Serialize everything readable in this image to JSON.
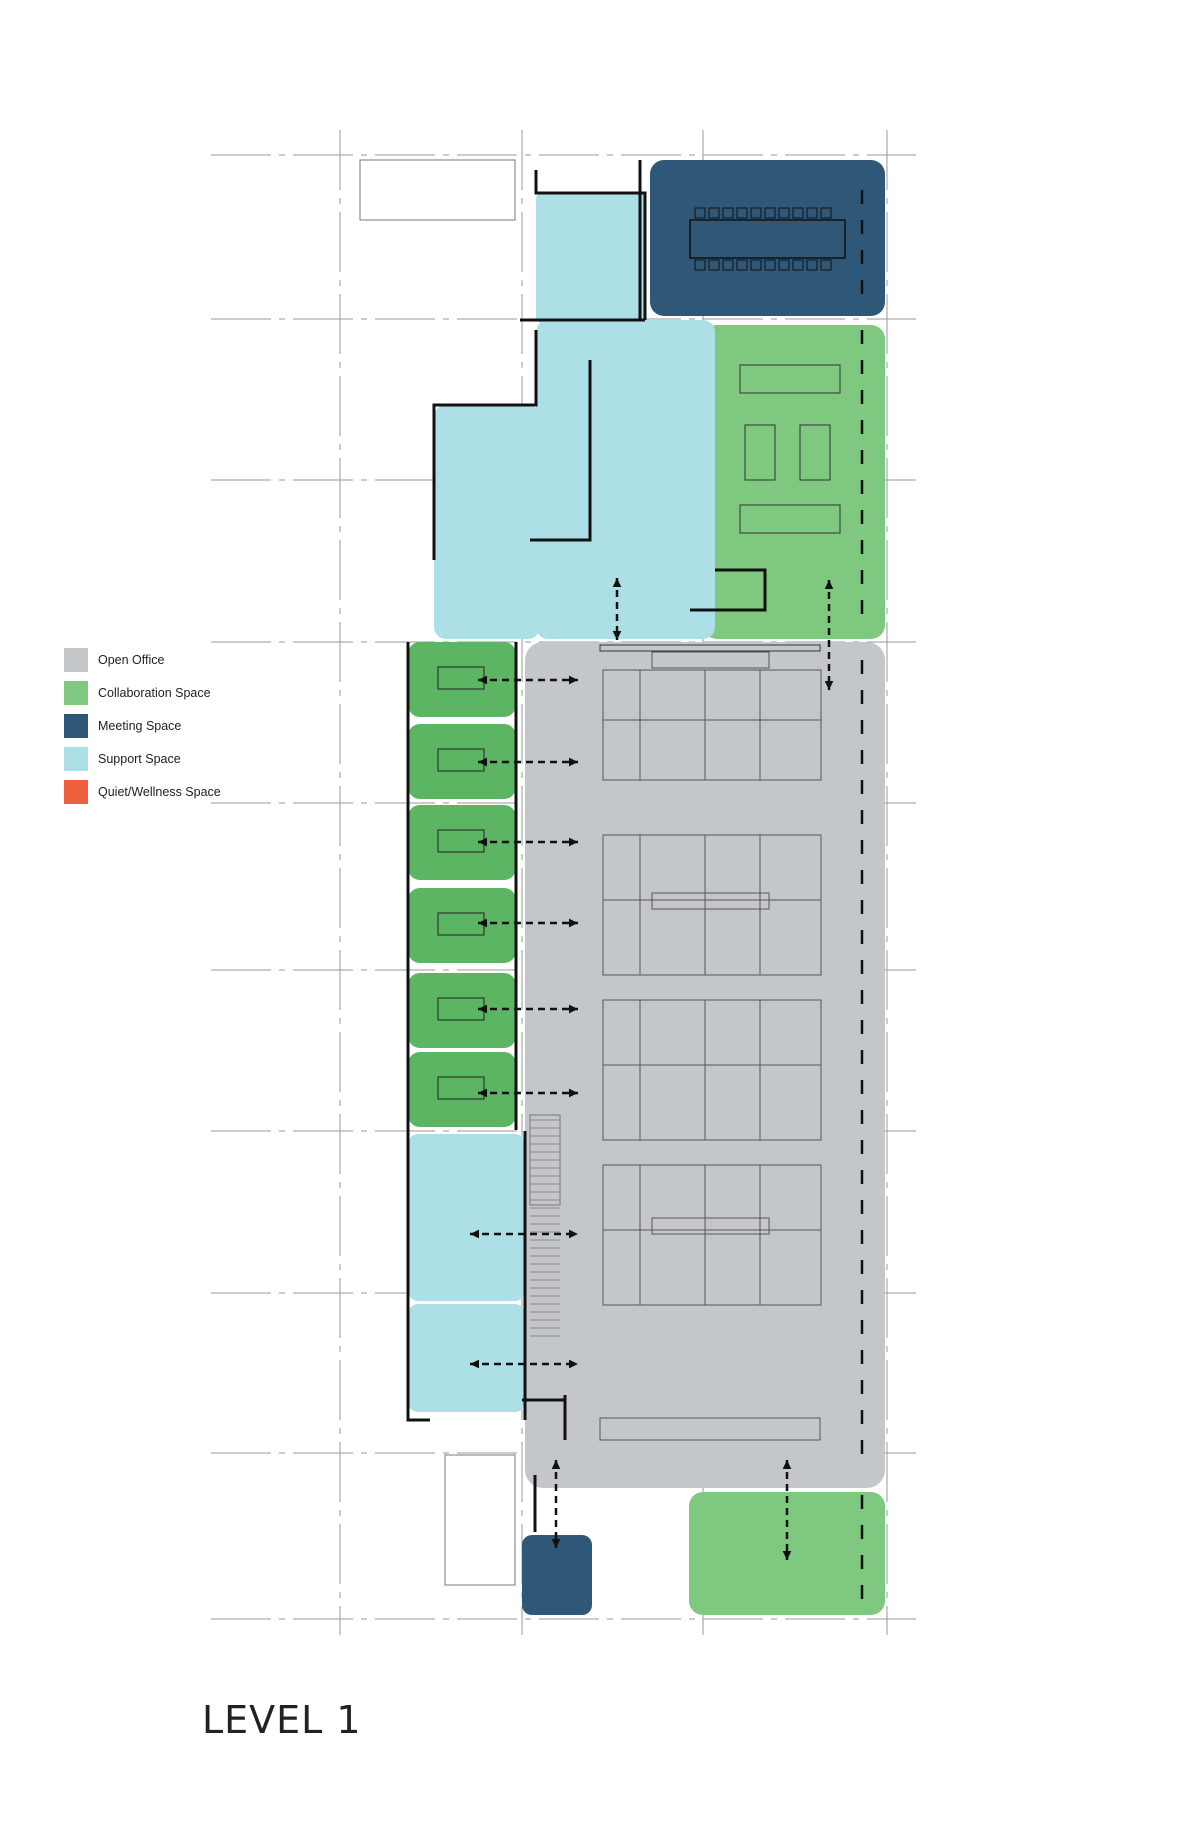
{
  "title": "LEVEL 1",
  "legend": [
    {
      "key": "open",
      "label": "Open Office",
      "color": "#c4c7ca"
    },
    {
      "key": "collab",
      "label": "Collaboration Space",
      "color": "#7ec87f"
    },
    {
      "key": "meeting",
      "label": "Meeting Space",
      "color": "#2f5878"
    },
    {
      "key": "support",
      "label": "Support Space",
      "color": "#ade0e6"
    },
    {
      "key": "quiet",
      "label": "Quiet/Wellness Space",
      "color": "#f0603f"
    }
  ],
  "colors": {
    "collab_small": "#5bb562",
    "wall": "#111111",
    "grid": "#9a9a9a"
  }
}
